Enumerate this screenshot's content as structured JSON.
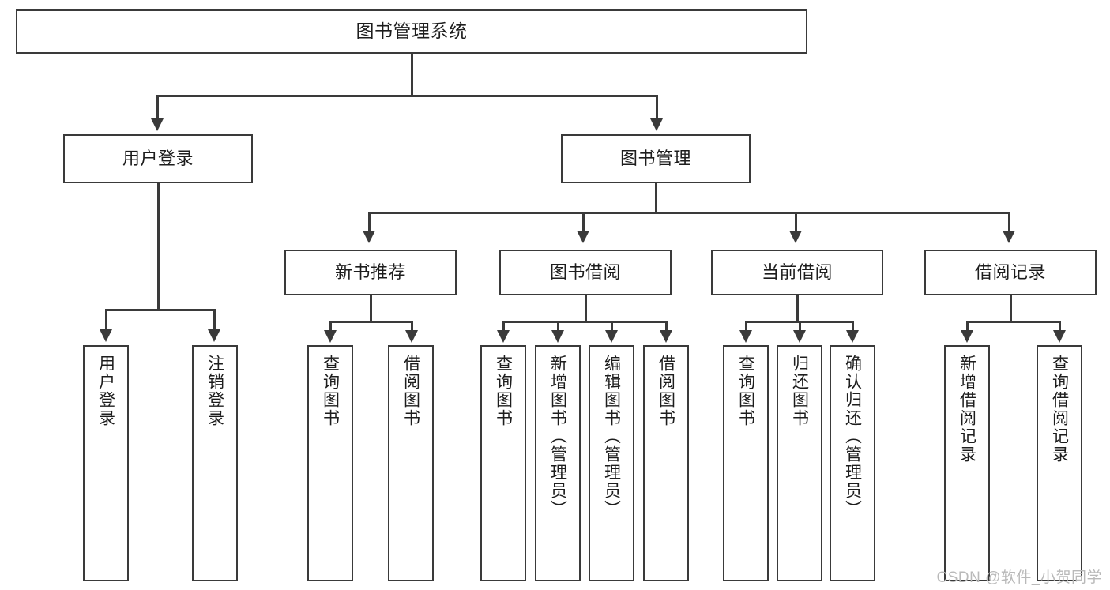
{
  "diagram": {
    "type": "tree",
    "title": "图书管理系统",
    "root": {
      "label": "图书管理系统"
    },
    "level2": [
      {
        "label": "用户登录"
      },
      {
        "label": "图书管理"
      }
    ],
    "level3": [
      {
        "label": "新书推荐"
      },
      {
        "label": "图书借阅"
      },
      {
        "label": "当前借阅"
      },
      {
        "label": "借阅记录"
      }
    ],
    "leaves": {
      "user_login": [
        {
          "label": "用户登录"
        },
        {
          "label": "注销登录"
        }
      ],
      "new_book_recommend": [
        {
          "label": "查询图书"
        },
        {
          "label": "借阅图书"
        }
      ],
      "book_borrow": [
        {
          "label": "查询图书"
        },
        {
          "label": "新增图书（管理员）"
        },
        {
          "label": "编辑图书（管理员）"
        },
        {
          "label": "借阅图书"
        }
      ],
      "current_borrow": [
        {
          "label": "查询图书"
        },
        {
          "label": "归还图书"
        },
        {
          "label": "确认归还（管理员）"
        }
      ],
      "borrow_record": [
        {
          "label": "新增借阅记录"
        },
        {
          "label": "查询借阅记录"
        }
      ]
    }
  },
  "watermark": {
    "text": "CSDN @软件_小贺同学"
  },
  "colors": {
    "stroke": "#3a3a3a",
    "text": "#1d1d1d",
    "background": "#ffffff",
    "watermark": "#b9b9b9"
  }
}
